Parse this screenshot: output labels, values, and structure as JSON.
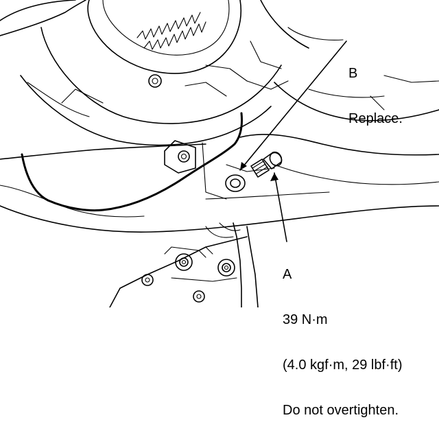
{
  "callouts": {
    "b": {
      "letter": "B",
      "note": "Replace."
    },
    "a": {
      "letter": "A",
      "torque_nm": "39 N·m",
      "torque_alt": "(4.0 kgf·m, 29 lbf·ft)",
      "warning": "Do not overtighten."
    }
  }
}
